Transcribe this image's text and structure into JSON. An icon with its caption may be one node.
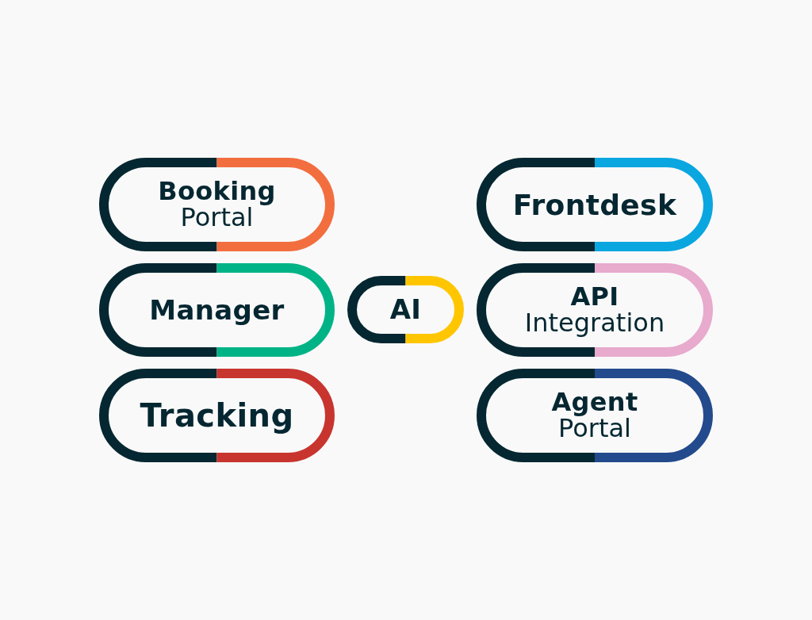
{
  "diagram": {
    "nodes": [
      {
        "text": [
          "Booking",
          "Portal"
        ]
      },
      {
        "text": [
          "Frontdesk"
        ]
      },
      {
        "text": [
          "Manager"
        ]
      },
      {
        "text": [
          "AI"
        ]
      },
      {
        "text": [
          "API",
          "Integration"
        ]
      },
      {
        "text": [
          "Tracking"
        ]
      },
      {
        "text": [
          "Agent",
          "Portal"
        ]
      }
    ]
  }
}
